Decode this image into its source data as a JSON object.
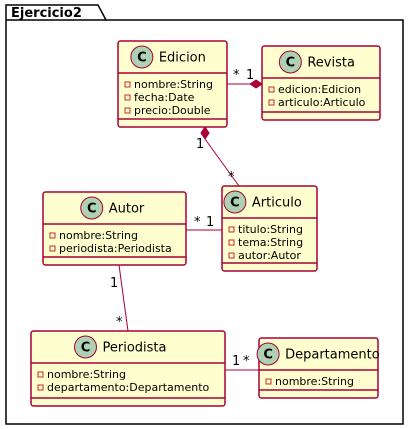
{
  "package": {
    "name": "Ejercicio2"
  },
  "classes": {
    "edicion": {
      "name": "Edicion",
      "stereotype": "C",
      "attributes": [
        "nombre:String",
        "fecha:Date",
        "precio:Double"
      ]
    },
    "revista": {
      "name": "Revista",
      "stereotype": "C",
      "attributes": [
        "edicion:Edicion",
        "articulo:Articulo"
      ]
    },
    "autor": {
      "name": "Autor",
      "stereotype": "C",
      "attributes": [
        "nombre:String",
        "periodista:Periodista"
      ]
    },
    "articulo": {
      "name": "Articulo",
      "stereotype": "C",
      "attributes": [
        "titulo:String",
        "tema:String",
        "autor:Autor"
      ]
    },
    "periodista": {
      "name": "Periodista",
      "stereotype": "C",
      "attributes": [
        "nombre:String",
        "departamento:Departamento"
      ]
    },
    "departamento": {
      "name": "Departamento",
      "stereotype": "C",
      "attributes": [
        "nombre:String"
      ]
    }
  },
  "relations": {
    "edicion_revista": {
      "from_mult": "*",
      "to_mult": "1"
    },
    "edicion_articulo": {
      "from_mult": "1",
      "to_mult": "*"
    },
    "autor_articulo": {
      "from_mult": "*",
      "to_mult": "1"
    },
    "autor_periodista": {
      "from_mult": "1",
      "to_mult": "*"
    },
    "periodista_departamento": {
      "from_mult": "1",
      "to_mult": "*"
    }
  },
  "colors": {
    "class_fill": "#FEFECE",
    "class_border": "#A80036",
    "stereotype_fill": "#ADD1B2",
    "line": "#A80036",
    "package_border": "#000000",
    "visibility_private": "#C82930"
  },
  "icons": {
    "stereotype": "class-circle-icon",
    "visibility": "private-visibility-icon"
  }
}
